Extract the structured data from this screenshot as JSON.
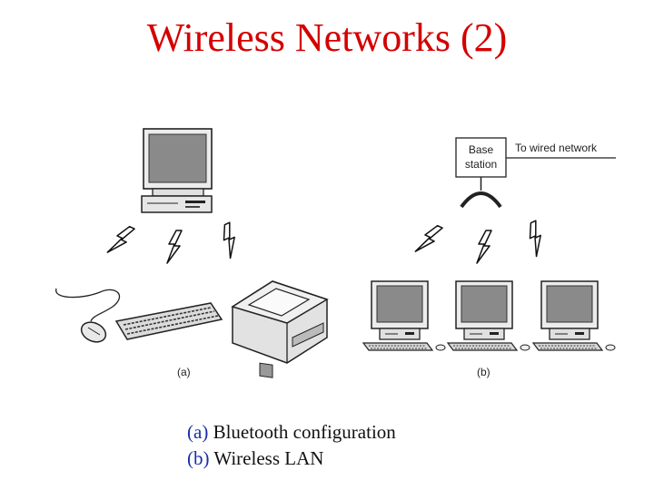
{
  "slide": {
    "title": "Wireless Networks (2)"
  },
  "diagram": {
    "base_station_line1": "Base",
    "base_station_line2": "station",
    "wired_network_label": "To wired network",
    "part_a_label": "(a)",
    "part_b_label": "(b)"
  },
  "caption": {
    "items": [
      {
        "tag": "(a)",
        "text": " Bluetooth configuration"
      },
      {
        "tag": "(b)",
        "text": " Wireless LAN"
      }
    ]
  },
  "colors": {
    "title": "#d40000",
    "caption_tag": "#1a2ea8",
    "screen": "#8a8a8a",
    "device_body": "#e6e6e6"
  }
}
